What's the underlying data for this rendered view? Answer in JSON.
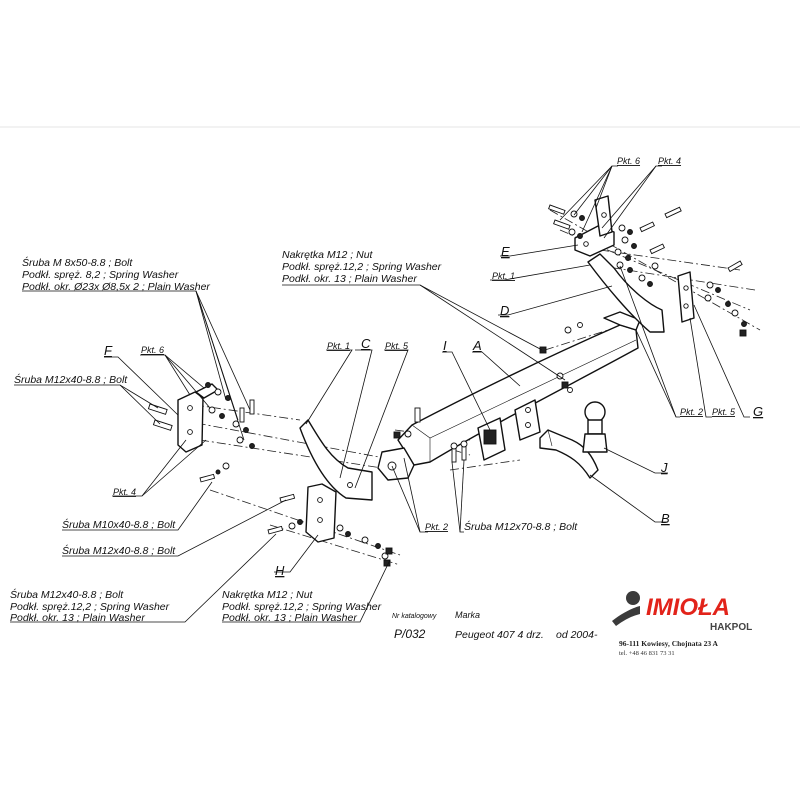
{
  "parts": {
    "A": "A",
    "B": "B",
    "C": "C",
    "D": "D",
    "E": "E",
    "F": "F",
    "G": "G",
    "H": "H",
    "I": "I",
    "J": "J"
  },
  "points": {
    "pkt1": "Pkt. 1",
    "pkt2": "Pkt. 2",
    "pkt4": "Pkt. 4",
    "pkt5": "Pkt. 5",
    "pkt6": "Pkt. 6"
  },
  "labels": {
    "sruba_m8": "Śruba M 8x50-8.8 ;  Bolt",
    "podkl_sprez_82": "Podkł. spręż. 8,2 ; Spring Washer",
    "podkl_okr_23": "Podkł. okr.  Ø23x Ø8,5x 2 ; Plain Washer",
    "sruba_m12x40": "Śruba M12x40-8.8 ;  Bolt",
    "sruba_m10x40": "Śruba M10x40-8.8 ;  Bolt",
    "sruba_m12x70": "Śruba M12x70-8.8 ;  Bolt",
    "nakretka_m12": "Nakrętka  M12 ; Nut",
    "podkl_sprez_122": "Podkł. spręż.12,2 ; Spring Washer",
    "podkl_okr_13": "Podkł. okr. 13 ; Plain Washer"
  },
  "catalog": {
    "nr_label": "Nr katalogowy",
    "marka_label": "Marka",
    "number": "P/032",
    "model": "Peugeot 407 4 drz.",
    "year": "od 2004-"
  },
  "brand": {
    "name": "IMIOŁA",
    "sub": "HAKPOL",
    "address": "96-111 Kowiesy, Chojnata 23 A",
    "phone": "tel. +48 46 831 73 31",
    "color": "#e2231a"
  }
}
